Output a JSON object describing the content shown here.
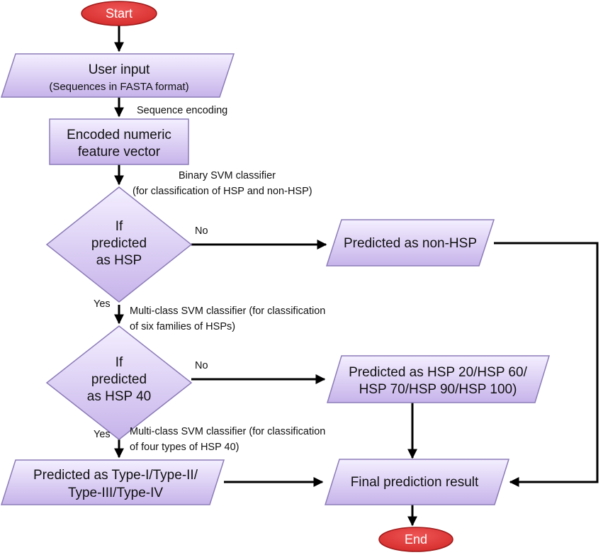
{
  "colors": {
    "box_fill_top": "#f4efff",
    "box_fill_bottom": "#c6b3ea",
    "box_stroke": "#8c7cb8",
    "terminal_fill": "#d52b2b",
    "terminal_stroke": "#9e1a1a",
    "arrow": "#000000"
  },
  "nodes": {
    "start": "Start",
    "user_input": "User input",
    "user_input_sub": "(Sequences in FASTA format)",
    "encoded_line1": "Encoded numeric",
    "encoded_line2": "feature vector",
    "decision1_line1": "If",
    "decision1_line2": "predicted",
    "decision1_line3": "as HSP",
    "non_hsp": "Predicted as non-HSP",
    "decision2_line1": "If",
    "decision2_line2": "predicted",
    "decision2_line3": "as HSP 40",
    "families_line1": "Predicted as HSP 20/HSP 60/",
    "families_line2": "HSP 70/HSP 90/HSP 100)",
    "types_line1": "Predicted as Type-I/Type-II/",
    "types_line2": "Type-III/Type-IV",
    "final": "Final prediction result",
    "end": "End"
  },
  "edges": {
    "sequence_encoding": "Sequence encoding",
    "binary_svm_line1": "Binary SVM classifier",
    "binary_svm_line2": "(for classification of HSP and non-HSP)",
    "no1": "No",
    "yes1": "Yes",
    "multiclass1_line1": "Multi-class SVM classifier (for classification",
    "multiclass1_line2": "of six families of HSPs)",
    "no2": "No",
    "yes2": "Yes",
    "multiclass2_line1": "Multi-class SVM classifier (for classification",
    "multiclass2_line2": "of four types of HSP 40)"
  }
}
